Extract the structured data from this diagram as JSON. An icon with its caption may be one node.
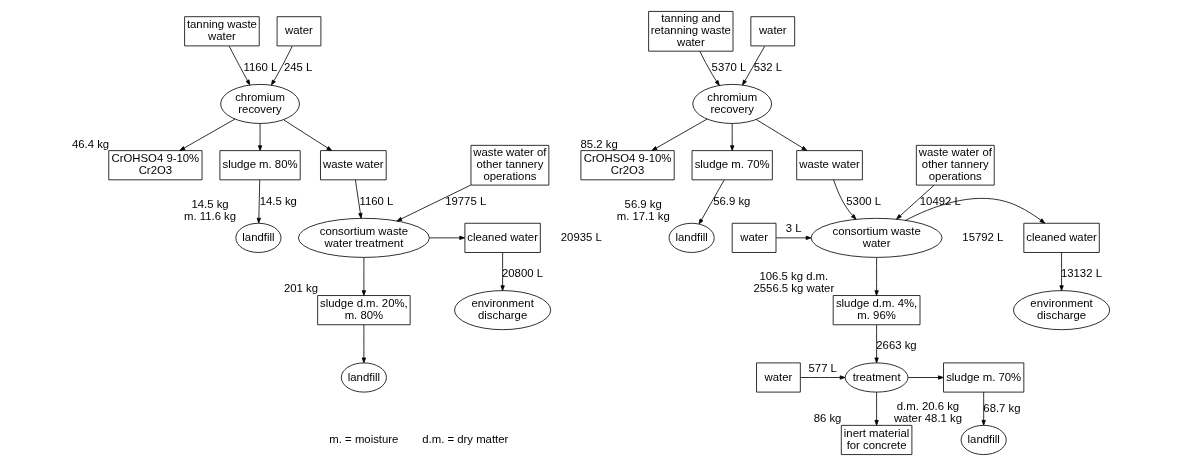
{
  "diagram": {
    "nodes": [
      {
        "text": [
          "tanning waste water"
        ]
      },
      {
        "text": [
          "water"
        ]
      },
      {
        "text": [
          "chromium recovery"
        ]
      },
      {
        "text": [
          "CrOHSO4 9-10% Cr2O3"
        ],
        "beside": [
          "46.4 kg"
        ]
      },
      {
        "text": [
          "sludge m. 80%"
        ]
      },
      {
        "text": [
          "landfill"
        ],
        "beside": [
          "14.5 kg",
          "m. 11.6 kg"
        ]
      },
      {
        "text": [
          "waste water of other tannery operations"
        ]
      },
      {
        "text": [
          "waste water"
        ]
      },
      {
        "text": [
          "consortium waste water treatment"
        ]
      },
      {
        "text": [
          "cleaned water"
        ]
      },
      {
        "text": [
          "environment discharge"
        ]
      },
      {
        "text": [
          "sludge d.m. 20%, m. 80%"
        ],
        "beside": [
          "201 kg"
        ]
      },
      {
        "text": [
          "landfill"
        ]
      },
      {
        "text": [
          "tanning and retanning waste water"
        ]
      },
      {
        "text": [
          "water"
        ]
      },
      {
        "text": [
          "chromium recovery"
        ]
      },
      {
        "text": [
          "CrOHSO4 9-10% Cr2O3"
        ],
        "beside": [
          "85.2 kg"
        ]
      },
      {
        "text": [
          "sludge m. 70%"
        ]
      },
      {
        "text": [
          "landfill"
        ],
        "beside": [
          "56.9 kg",
          "m. 17.1 kg"
        ]
      },
      {
        "text": [
          "waste water of other tannery operations"
        ]
      },
      {
        "text": [
          "waste water"
        ]
      },
      {
        "text": [
          "water"
        ]
      },
      {
        "text": [
          "consortium waste water"
        ]
      },
      {
        "text": [
          "cleaned water"
        ]
      },
      {
        "text": [
          "environment discharge"
        ]
      },
      {
        "text": [
          "sludge d.m. 4%, m. 96%"
        ],
        "beside": [
          "106.5 kg d.m.",
          "2556.5 kg water"
        ]
      },
      {
        "text": [
          "water"
        ]
      },
      {
        "text": [
          "treatment"
        ]
      },
      {
        "text": [
          "sludge m. 70%"
        ]
      },
      {
        "text": [
          "landfill"
        ],
        "beside": [
          "d.m. 20.6 kg",
          "water 48.1 kg"
        ]
      },
      {
        "text": [
          "inert material for concrete"
        ],
        "beside": [
          "86 kg"
        ]
      }
    ],
    "edges": [
      {
        "from": 0,
        "to": 2,
        "arrow": "to",
        "label": "1160 L"
      },
      {
        "from": 1,
        "to": 2,
        "arrow": "to",
        "label": "245 L"
      },
      {
        "from": 2,
        "to": 3,
        "arrow": "to"
      },
      {
        "from": 2,
        "to": 4,
        "arrow": "to"
      },
      {
        "from": 4,
        "to": 5,
        "arrow": "to",
        "label": "14.5 kg"
      },
      {
        "from": 2,
        "to": 7,
        "arrow": "to"
      },
      {
        "from": 6,
        "to": 8,
        "arrow": "to",
        "label": "19775 L"
      },
      {
        "from": 7,
        "to": 8,
        "arrow": "to",
        "label": "1160 L"
      },
      {
        "from": 8,
        "to": 9,
        "arrow": "to"
      },
      {
        "from": 9,
        "to": 10,
        "arrow": "to",
        "label": "20800 L"
      },
      {
        "from": 8,
        "to": 11,
        "arrow": "to"
      },
      {
        "from": 11,
        "to": 12,
        "arrow": "to"
      },
      {
        "from": 13,
        "to": 15,
        "arrow": "to",
        "label": "5370 L"
      },
      {
        "from": 14,
        "to": 15,
        "arrow": "to",
        "label": "532 L"
      },
      {
        "from": 15,
        "to": 16,
        "arrow": "to"
      },
      {
        "from": 15,
        "to": 17,
        "arrow": "to"
      },
      {
        "from": 17,
        "to": 18,
        "arrow": "to",
        "label": "56.9 kg"
      },
      {
        "from": 15,
        "to": 20,
        "arrow": "to"
      },
      {
        "from": 19,
        "to": 22,
        "arrow": "to",
        "label": "10492 L"
      },
      {
        "from": 20,
        "to": 22,
        "arrow": "to",
        "label": "5300 L"
      },
      {
        "from": 21,
        "to": 22,
        "arrow": "to",
        "label": "3 L"
      },
      {
        "from": 22,
        "to": 23,
        "arrow": "to"
      },
      {
        "from": 23,
        "to": 24,
        "arrow": "to",
        "label": "13132 L"
      },
      {
        "from": 22,
        "to": 25,
        "arrow": "to"
      },
      {
        "from": 25,
        "to": 27,
        "arrow": "to",
        "label": "2663 kg"
      },
      {
        "from": 26,
        "to": 27,
        "arrow": "to",
        "label": "577 L"
      },
      {
        "from": 27,
        "to": 28,
        "arrow": "to"
      },
      {
        "from": 28,
        "to": 29,
        "arrow": "to",
        "label": "68.7 kg"
      },
      {
        "from": 27,
        "to": 30,
        "arrow": "to"
      }
    ],
    "labels": [
      "20935 L",
      "15792 L",
      "m. = moisture",
      "d.m. = dry matter"
    ]
  }
}
